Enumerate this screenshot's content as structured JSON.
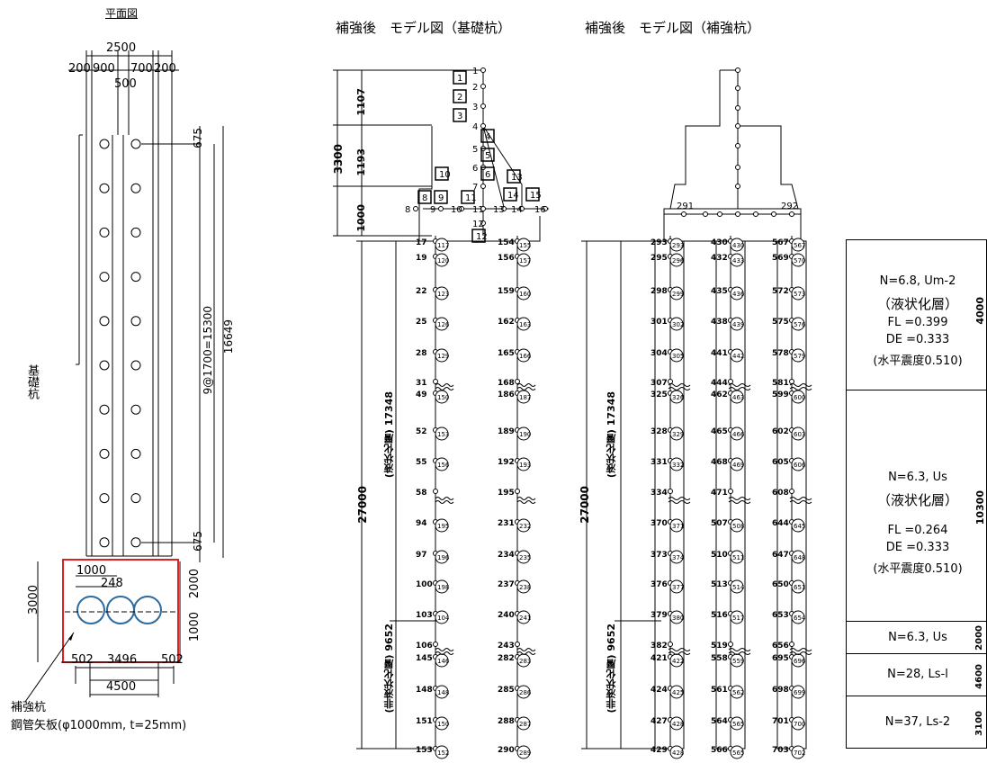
{
  "plan": {
    "title": "平面図",
    "side_label": "基礎杭",
    "dims_top": {
      "total": "2500",
      "parts": [
        "200",
        "900",
        "700",
        "200"
      ],
      "inner": "500"
    },
    "dim_675_top": "675",
    "dim_675_bottom": "675",
    "dim_pitch": "9@1700=15300",
    "dim_total_len": "16649",
    "box": {
      "w1000": "1000",
      "w248": "248",
      "h3000": "3000",
      "h2000": "2000",
      "h1000": "1000"
    },
    "dims_bottom": [
      "502",
      "3496",
      "502"
    ],
    "dim_bottom_total": "4500",
    "callout": {
      "line1": "補強杭",
      "line2": "鋼管矢板(φ1000mm, t=25mm)"
    }
  },
  "model_a": {
    "title": "補強後　モデル図（基礎杭）",
    "dims_cap": [
      "1107",
      "1193",
      "1000"
    ],
    "dim_cap_total": "3300",
    "dim_liq": "(液状化層) 17348",
    "dim_nonliq": "(非液状化層) 9652",
    "dim_pile": "27000",
    "cap_nodes": [
      "1",
      "2",
      "3",
      "4",
      "5",
      "6",
      "7",
      "8",
      "9",
      "10",
      "11",
      "12",
      "13",
      "14",
      "16"
    ],
    "elements": [
      "1",
      "2",
      "3",
      "4",
      "5",
      "6",
      "10",
      "8",
      "9",
      "11",
      "12",
      "13",
      "14",
      "15"
    ],
    "pile1_nodes": [
      "17",
      "19",
      "22",
      "25",
      "28",
      "31",
      "49",
      "52",
      "55",
      "58",
      "94",
      "97",
      "100",
      "103",
      "106",
      "145",
      "148",
      "151",
      "153"
    ],
    "pile1_elems": [
      "117",
      "120",
      "123",
      "126",
      "129",
      "",
      "150",
      "153",
      "156",
      "",
      "195",
      "196",
      "198",
      "104",
      "",
      "146",
      "148",
      "150",
      "152"
    ],
    "pile2_nodes": [
      "154",
      "156",
      "159",
      "162",
      "165",
      "168",
      "186",
      "189",
      "192",
      "195",
      "231",
      "234",
      "237",
      "240",
      "243",
      "282",
      "285",
      "288",
      "290"
    ],
    "pile2_elems": [
      "155",
      "157",
      "160",
      "163",
      "166",
      "",
      "187",
      "190",
      "193",
      "",
      "232",
      "235",
      "238",
      "241",
      "",
      "283",
      "286",
      "287",
      "289"
    ]
  },
  "model_b": {
    "title": "補強後　モデル図（補強杭）",
    "dim_liq": "(液状化層) 17348",
    "dim_nonliq": "(非液状化層) 9652",
    "dim_pile": "27000",
    "beam_nodes": [
      "291",
      "292"
    ],
    "pile1_nodes": [
      "293",
      "295",
      "298",
      "301",
      "304",
      "307",
      "325",
      "328",
      "331",
      "334",
      "370",
      "373",
      "376",
      "379",
      "382",
      "421",
      "424",
      "427",
      "429"
    ],
    "pile2_nodes": [
      "430",
      "432",
      "435",
      "438",
      "441",
      "444",
      "462",
      "465",
      "468",
      "471",
      "507",
      "510",
      "513",
      "516",
      "519",
      "558",
      "561",
      "564",
      "566"
    ],
    "pile3_nodes": [
      "567",
      "569",
      "572",
      "575",
      "578",
      "581",
      "599",
      "602",
      "605",
      "608",
      "644",
      "647",
      "650",
      "653",
      "656",
      "695",
      "698",
      "701",
      "703"
    ],
    "pile1_elems": [
      "293",
      "296",
      "299",
      "302",
      "305",
      "",
      "326",
      "329",
      "332",
      "",
      "371",
      "374",
      "377",
      "380",
      "",
      "422",
      "425",
      "428",
      "428"
    ],
    "pile2_elems": [
      "430",
      "433",
      "436",
      "439",
      "442",
      "",
      "463",
      "466",
      "469",
      "",
      "508",
      "511",
      "514",
      "517",
      "",
      "559",
      "562",
      "565",
      "565"
    ],
    "pile3_elems": [
      "567",
      "570",
      "573",
      "576",
      "579",
      "",
      "600",
      "603",
      "606",
      "",
      "645",
      "648",
      "651",
      "654",
      "",
      "696",
      "699",
      "700",
      "702"
    ]
  },
  "soil": [
    {
      "line1": "N=6.8, Um-2",
      "line2": "（液状化層）",
      "line3": "FL =0.399",
      "line4": "DE =0.333",
      "line5": "(水平震度0.510)",
      "thickness": "4000"
    },
    {
      "line1": "N=6.3, Us",
      "line2": "（液状化層）",
      "line3": "FL =0.264",
      "line4": "DE =0.333",
      "line5": "(水平震度0.510)",
      "thickness": "10300"
    },
    {
      "line1": "N=6.3, Us",
      "thickness": "2000"
    },
    {
      "line1": "N=28, Ls-l",
      "thickness": "4600"
    },
    {
      "line1": "N=37, Ls-2",
      "thickness": "3100"
    }
  ]
}
